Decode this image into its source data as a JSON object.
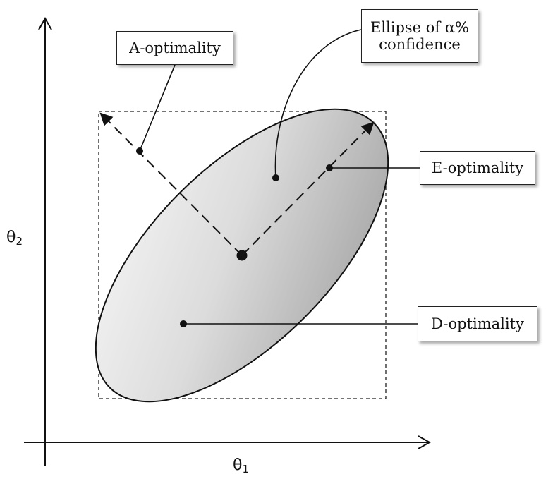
{
  "axes": {
    "x_symbol": "θ",
    "x_subscript": "1",
    "y_symbol": "θ",
    "y_subscript": "2"
  },
  "callouts": {
    "a_optimality": "A-optimality",
    "ellipse_line1": "Ellipse of α%",
    "ellipse_line2": "confidence",
    "e_optimality": "E-optimality",
    "d_optimality": "D-optimality"
  },
  "colors": {
    "ellipse_fill_light": "#f4f4f4",
    "ellipse_fill_dark": "#a9a9a9",
    "stroke": "#111111"
  }
}
